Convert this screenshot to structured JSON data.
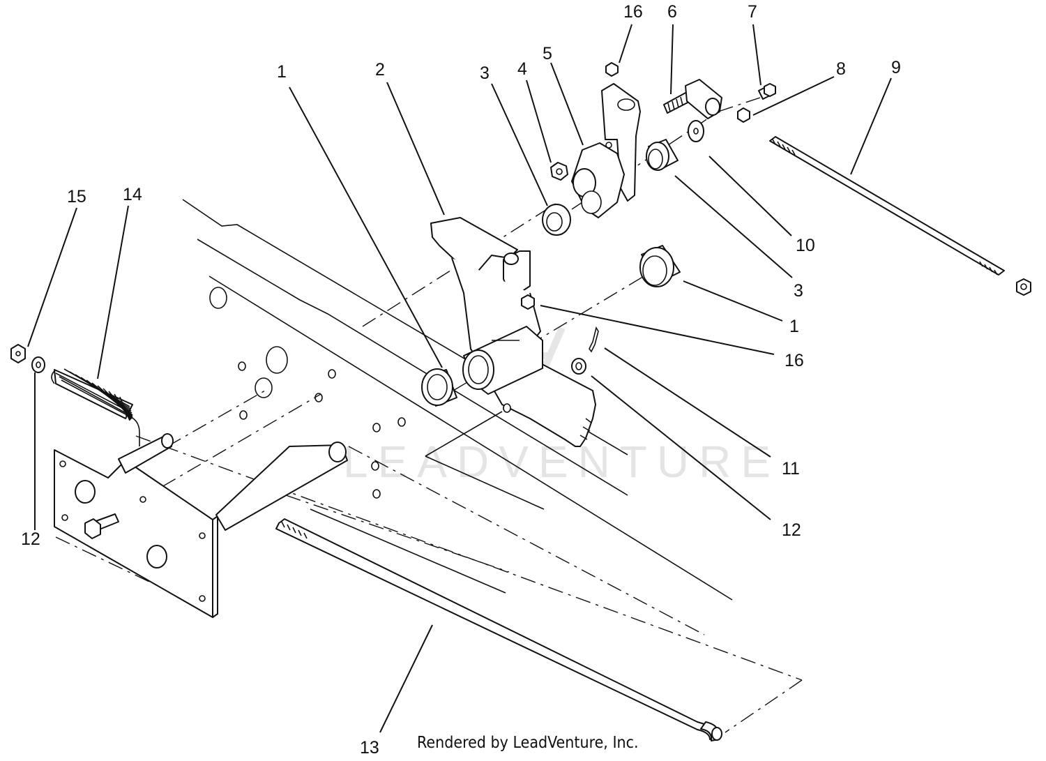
{
  "diagram": {
    "watermark": "LEADVENTURE",
    "footer": "Rendered by LeadVenture, Inc.",
    "callouts": [
      {
        "id": "c16a",
        "label": "16"
      },
      {
        "id": "c6",
        "label": "6"
      },
      {
        "id": "c7",
        "label": "7"
      },
      {
        "id": "c5",
        "label": "5"
      },
      {
        "id": "c4",
        "label": "4"
      },
      {
        "id": "c3a",
        "label": "3"
      },
      {
        "id": "c8",
        "label": "8"
      },
      {
        "id": "c9",
        "label": "9"
      },
      {
        "id": "c1a",
        "label": "1"
      },
      {
        "id": "c2",
        "label": "2"
      },
      {
        "id": "c10",
        "label": "10"
      },
      {
        "id": "c3b",
        "label": "3"
      },
      {
        "id": "c1b",
        "label": "1"
      },
      {
        "id": "c16b",
        "label": "16"
      },
      {
        "id": "c15",
        "label": "15"
      },
      {
        "id": "c14",
        "label": "14"
      },
      {
        "id": "c11",
        "label": "11"
      },
      {
        "id": "c12a",
        "label": "12"
      },
      {
        "id": "c12b",
        "label": "12"
      },
      {
        "id": "c13",
        "label": "13"
      }
    ]
  }
}
